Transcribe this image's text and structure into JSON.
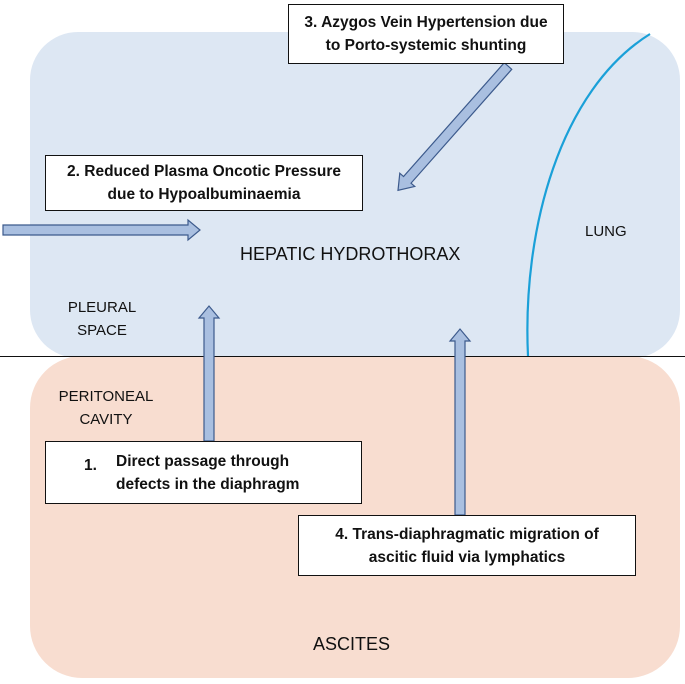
{
  "regions": {
    "hepatic_hydrothorax": "HEPATIC HYDROTHORAX",
    "ascites": "ASCITES",
    "lung": "LUNG",
    "pleural_space_line1": "PLEURAL",
    "pleural_space_line2": "SPACE",
    "peritoneal_cavity_line1": "PERITONEAL",
    "peritoneal_cavity_line2": "CAVITY"
  },
  "mechanisms": {
    "m1_number": "1.",
    "m1_line1": "Direct passage through",
    "m1_line2": "defects in the diaphragm",
    "m2_line1": "2. Reduced Plasma Oncotic Pressure",
    "m2_line2": "due to Hypoalbuminaemia",
    "m3_line1": "3. Azygos Vein Hypertension due",
    "m3_line2": "to Porto-systemic shunting",
    "m4_line1": "4. Trans-diaphragmatic migration of",
    "m4_line2": "ascitic fluid via lymphatics"
  },
  "colors": {
    "pleural_fill": "#dde7f3",
    "peritoneal_fill": "#f8ddd0",
    "arrow_fill": "#a9bfe0",
    "arrow_stroke": "#3c5a8c",
    "lung_curve": "#1aa0d8"
  }
}
